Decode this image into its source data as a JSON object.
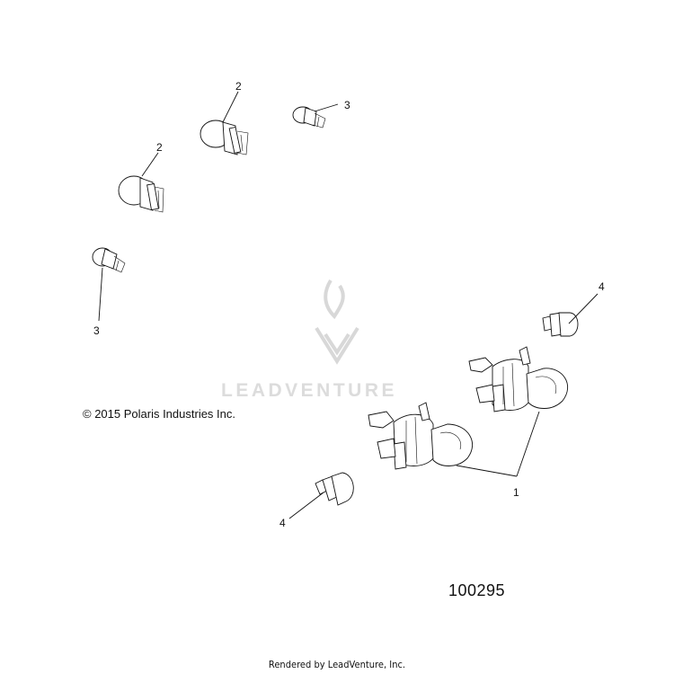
{
  "diagram": {
    "callouts": {
      "c1": "1",
      "c2a": "2",
      "c2b": "2",
      "c3a": "3",
      "c3b": "3",
      "c4a": "4",
      "c4b": "4"
    },
    "copyright": "© 2015 Polaris Industries Inc.",
    "figure_number": "100295",
    "rendered_by": "Rendered by LeadVenture, Inc.",
    "watermark": "LEADVENTURE"
  }
}
